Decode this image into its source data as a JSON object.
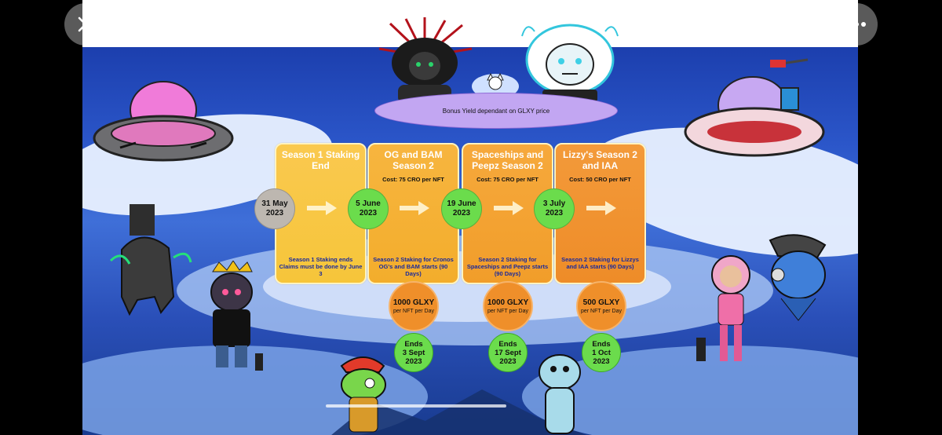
{
  "controls": {
    "close_icon": "close-icon",
    "more_icon": "more-icon"
  },
  "header": {
    "bonus_text": "Bonus Yield dependant on GLXY price"
  },
  "timeline": {
    "panels": [
      {
        "title": "Season 1 Staking End",
        "cost": "",
        "description": "Season 1 Staking ends Claims must be done by June 3"
      },
      {
        "title": "OG and BAM Season 2",
        "cost": "Cost: 75 CRO per NFT",
        "description": "Season 2 Staking for Cronos OG's and BAM starts (90 Days)"
      },
      {
        "title": "Spaceships and Peepz Season 2",
        "cost": "Cost: 75 CRO per NFT",
        "description": "Season 2 Staking for Spaceships and Peepz starts (90 Days)"
      },
      {
        "title": "Lizzy's Season 2 and IAA",
        "cost": "Cost: 50 CRO per NFT",
        "description": "Season 2 Staking for Lizzys and IAA starts (90 Days)"
      }
    ],
    "dates": [
      {
        "line1": "31 May",
        "line2": "2023"
      },
      {
        "line1": "5 June",
        "line2": "2023"
      },
      {
        "line1": "19 June",
        "line2": "2023"
      },
      {
        "line1": "3 July",
        "line2": "2023"
      }
    ],
    "rewards": [
      {
        "amount": "1000 GLXY",
        "unit": "per NFT per Day"
      },
      {
        "amount": "1000 GLXY",
        "unit": "per NFT per Day"
      },
      {
        "amount": "500 GLXY",
        "unit": "per NFT per Day"
      }
    ],
    "ends": [
      {
        "label": "Ends",
        "date1": "3 Sept",
        "date2": "2023"
      },
      {
        "label": "Ends",
        "date1": "17 Sept",
        "date2": "2023"
      },
      {
        "label": "Ends",
        "date1": "1 Oct",
        "date2": "2023"
      }
    ]
  },
  "colors": {
    "date_gray": "#bdb7b0",
    "date_green": "#6bdc4c",
    "reward_orange": "#ef8f2a",
    "bonus_purple": "#c2a6f2",
    "sky_blue": "#2b56c9"
  }
}
